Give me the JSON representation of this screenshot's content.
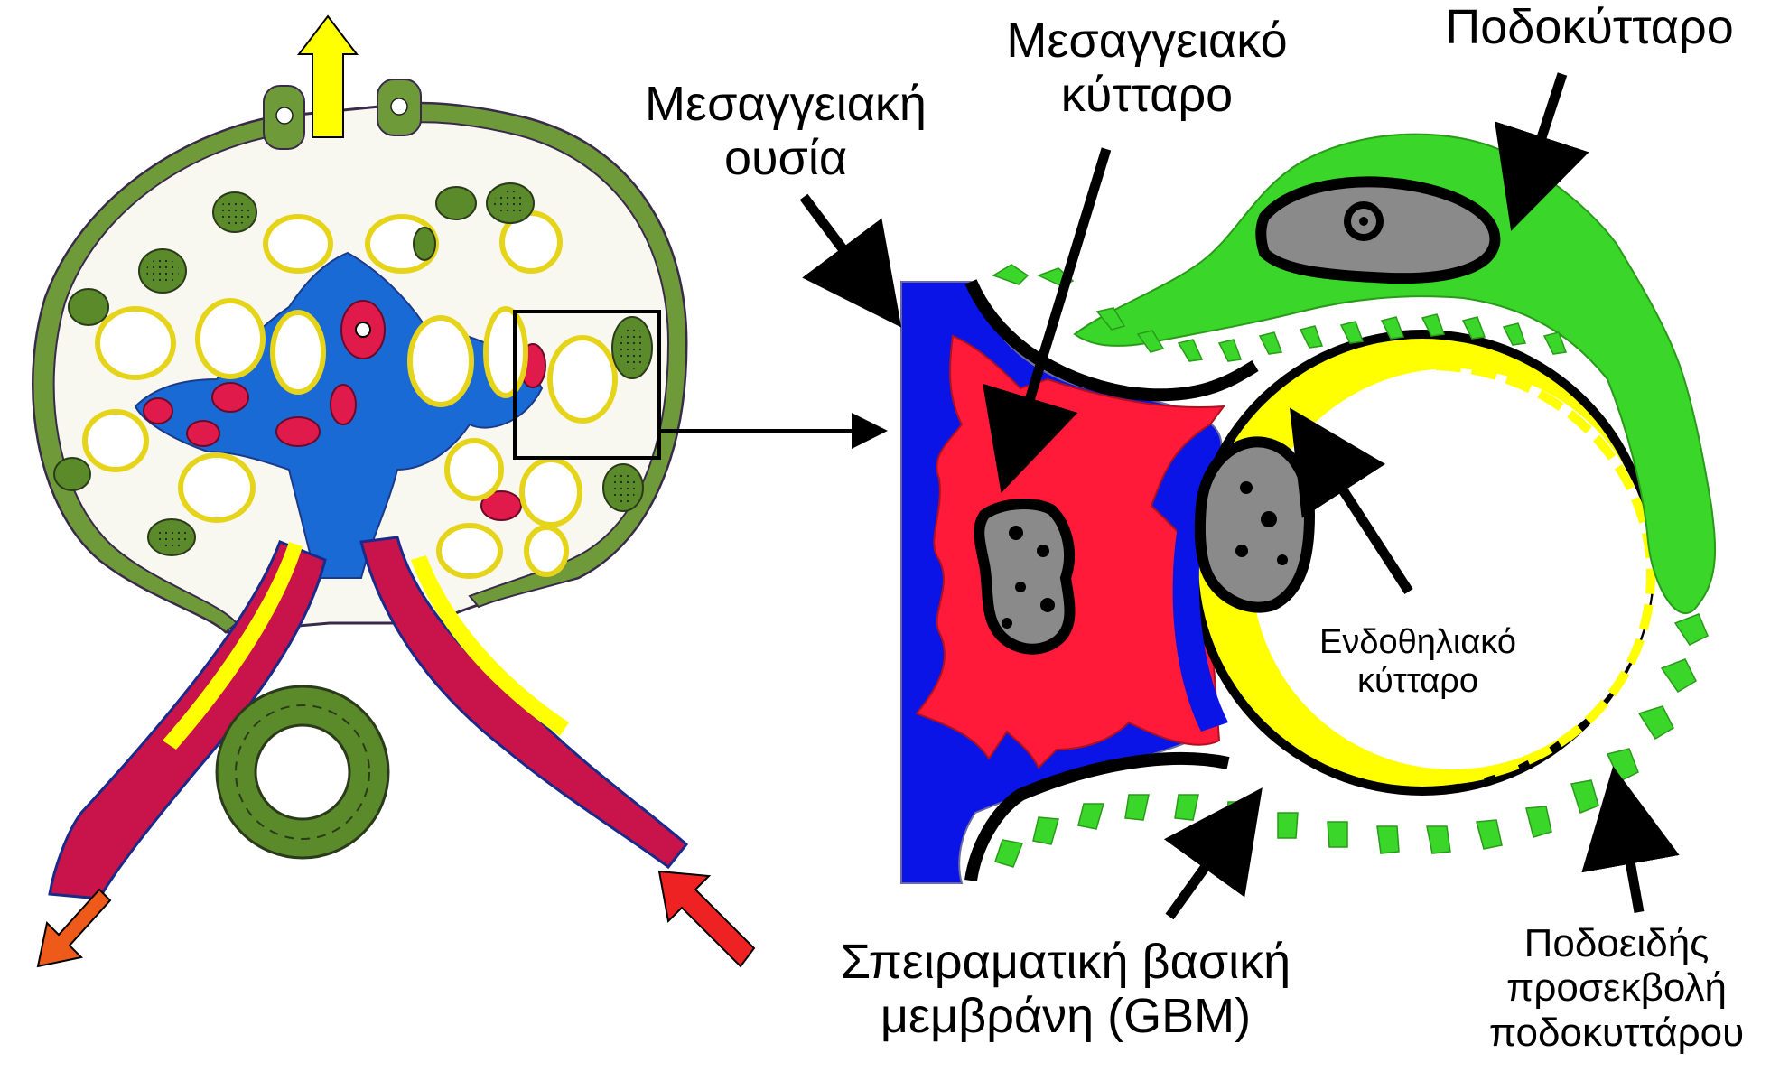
{
  "labels": {
    "mesangial_matrix": [
      "Μεσαγγειακή",
      "ουσία"
    ],
    "mesangial_cell": [
      "Μεσαγγειακό",
      "κύτταρο"
    ],
    "podocyte": [
      "Ποδοκύτταρο"
    ],
    "endothelial_cell": [
      "Ενδοθηλιακό",
      "κύτταρο"
    ],
    "gbm": [
      "Σπειραματική βασική",
      "μεμβράνη (GBM)"
    ],
    "foot_process": [
      "Ποδοειδής",
      "προσεκβολή",
      "ποδοκυττάρου"
    ]
  },
  "colors": {
    "mesangial_matrix": "#0a14e6",
    "mesangial_cell": "#ff1a3a",
    "podocyte": "#3ad62a",
    "endothelial": "#ffff00",
    "nucleus": "#8a8a8a",
    "membrane": "#000000",
    "capsule_epithelium": "#5a8a2a",
    "vessel_red": "#d8104a",
    "arrow_yellow": "#ffff00",
    "arrow_red": "#ee2222",
    "arrow_orange": "#ee5a1a"
  }
}
